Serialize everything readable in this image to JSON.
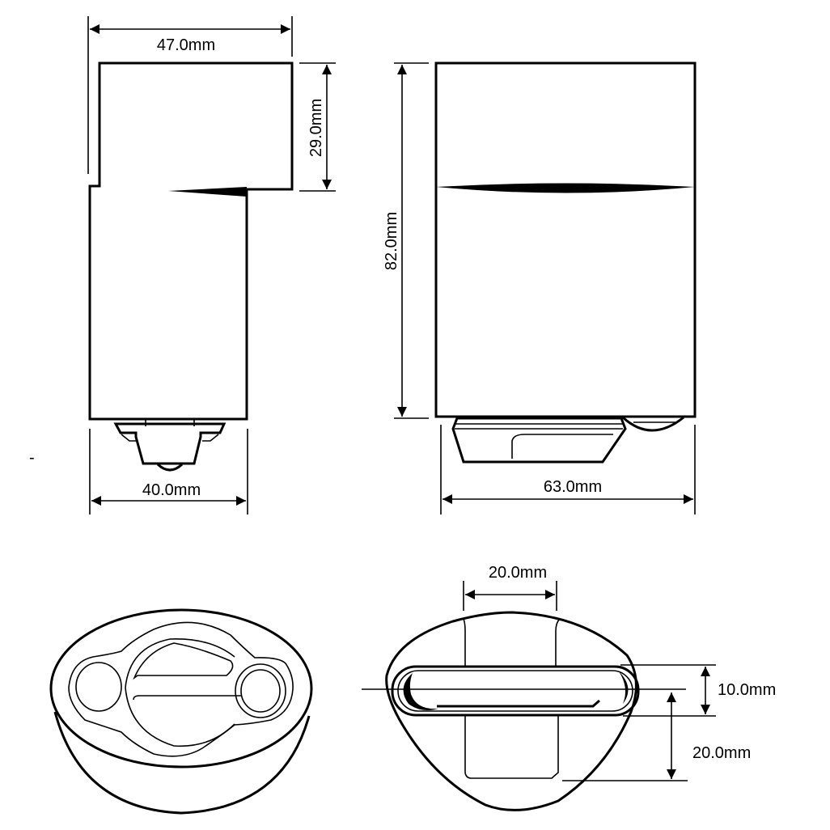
{
  "dimensions": {
    "side_width_top": "47.0mm",
    "side_height_top": "29.0mm",
    "side_width_bottom": "40.0mm",
    "front_height": "82.0mm",
    "front_width": "63.0mm",
    "bottom_slot_width": "20.0mm",
    "bottom_slot_height": "10.0mm",
    "bottom_offset": "20.0mm"
  },
  "stray_mark": "-"
}
